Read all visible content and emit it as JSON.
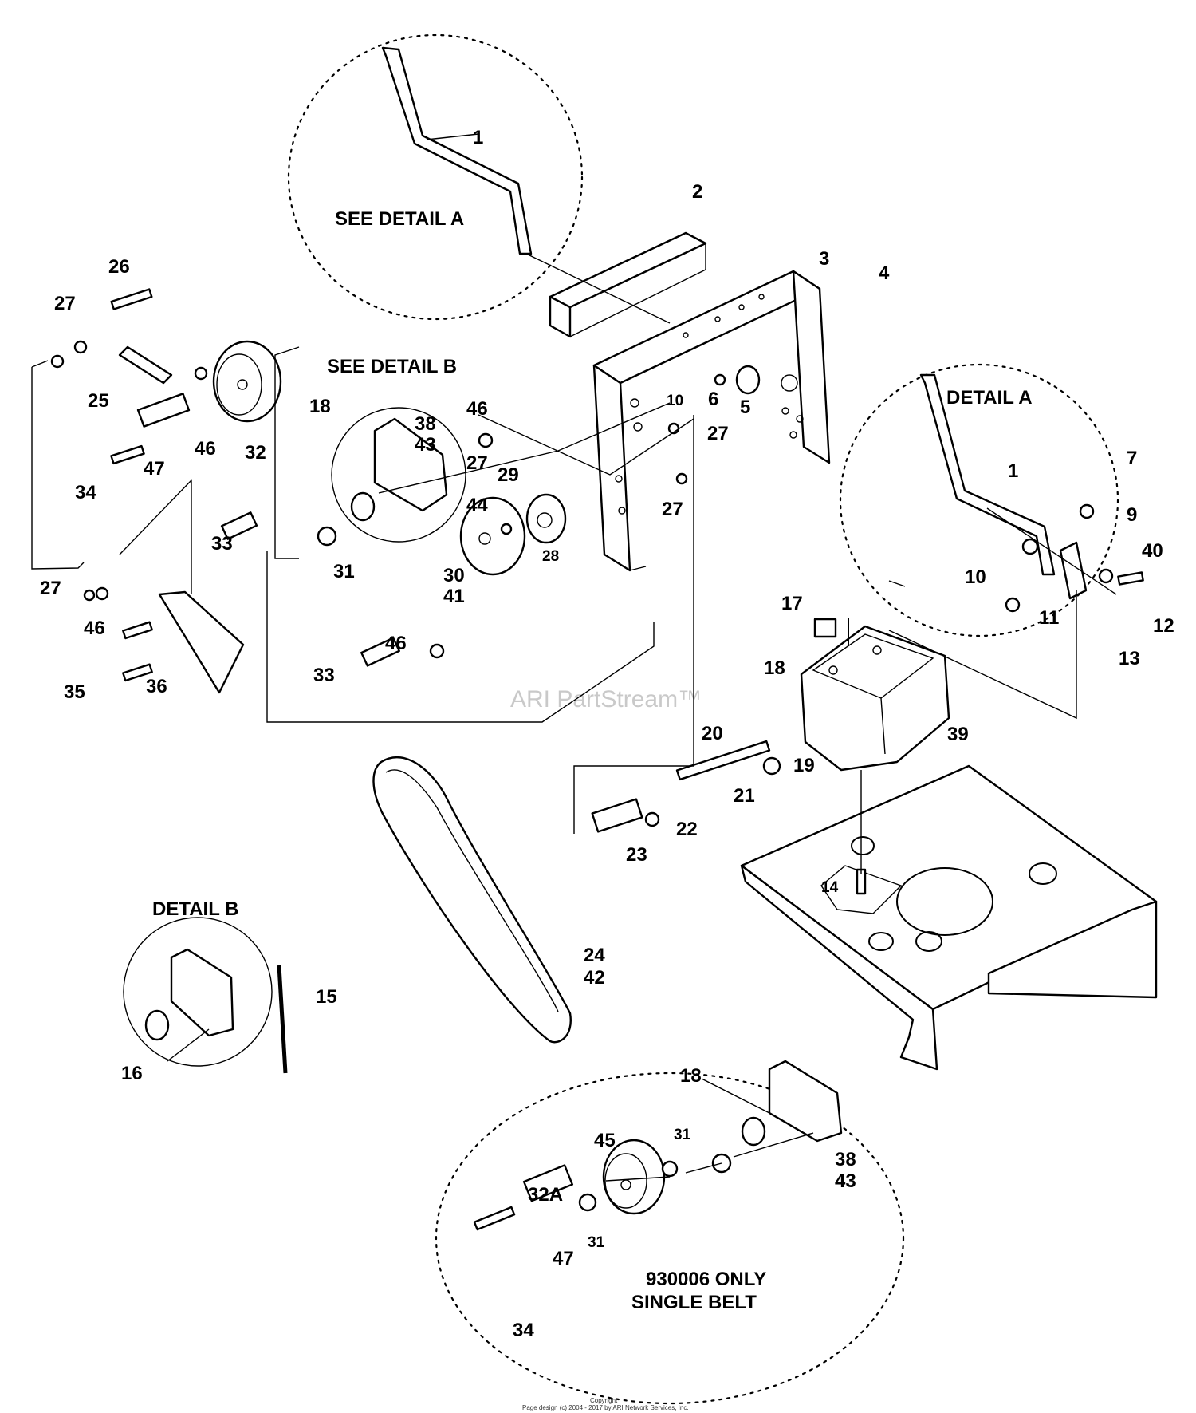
{
  "watermark": "ARI PartStream™",
  "footer": {
    "line1": "Copyright",
    "line2": "Page design (c) 2004 - 2017 by ARI Network Services, Inc."
  },
  "notes": {
    "see_detail_a": "SEE DETAIL A",
    "see_detail_b": "SEE DETAIL B",
    "detail_a": "DETAIL A",
    "detail_b": "DETAIL B",
    "only_line1": "930006 ONLY",
    "only_line2": "SINGLE BELT"
  },
  "callouts": {
    "c1": "1",
    "c1b": "1",
    "c2": "2",
    "c3": "3",
    "c4": "4",
    "c5": "5",
    "c6": "6",
    "c7": "7",
    "c9": "9",
    "c10": "10",
    "c10b": "10",
    "c11": "11",
    "c12": "12",
    "c13": "13",
    "c14": "14",
    "c15": "15",
    "c16": "16",
    "c17": "17",
    "c18": "18",
    "c18b": "18",
    "c18c": "18",
    "c19": "19",
    "c20": "20",
    "c21": "21",
    "c22": "22",
    "c23": "23",
    "c24": "24",
    "c42": "42",
    "c25": "25",
    "c26": "26",
    "c27a": "27",
    "c27b": "27",
    "c27c": "27",
    "c27d": "27",
    "c27e": "27",
    "c28": "28",
    "c29": "29",
    "c30": "30",
    "c41": "41",
    "c31": "31",
    "c31b": "31",
    "c31c": "31",
    "c32": "32",
    "c32a": "32A",
    "c33": "33",
    "c33b": "33",
    "c34": "34",
    "c34b": "34",
    "c35": "35",
    "c36": "36",
    "c38": "38",
    "c43": "43",
    "c38b": "38",
    "c43b": "43",
    "c39": "39",
    "c40": "40",
    "c44": "44",
    "c45": "45",
    "c46a": "46",
    "c46b": "46",
    "c46c": "46",
    "c46d": "46",
    "c47": "47",
    "c47b": "47"
  }
}
